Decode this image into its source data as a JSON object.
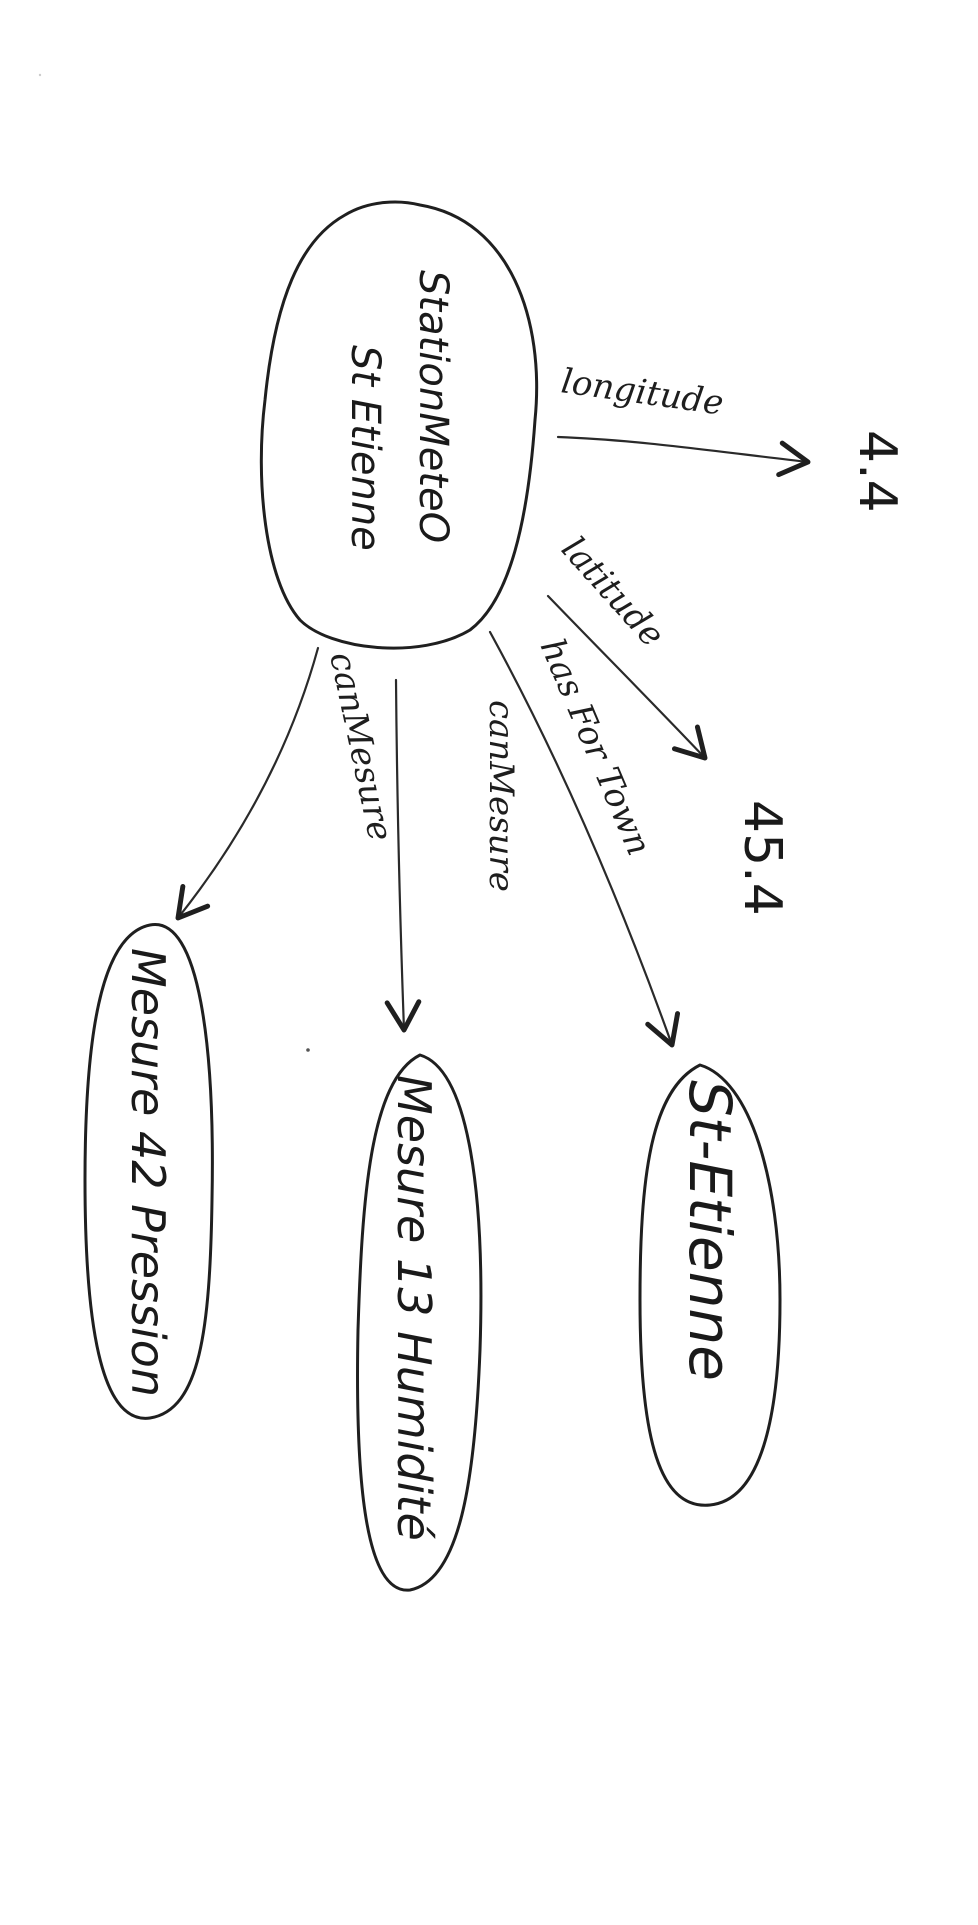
{
  "nodes": {
    "station": {
      "line1": "StationMeteO",
      "line2": "St Etienne"
    },
    "st_etienne": {
      "label": "St-Etienne"
    },
    "mesure13": {
      "label": "Mesure 13 Humidité"
    },
    "mesure42": {
      "label": "Mesure 42 Pression"
    }
  },
  "edges": {
    "longitude": {
      "label": "longitude"
    },
    "latitude": {
      "label": "latitude"
    },
    "has_for_town": {
      "label": "has For Town"
    },
    "can_mesure_1": {
      "label": "canMesure"
    },
    "can_mesure_2": {
      "label": "canMesure"
    }
  },
  "values": {
    "longitude_value": "4.4",
    "latitude_value": "45.4"
  }
}
